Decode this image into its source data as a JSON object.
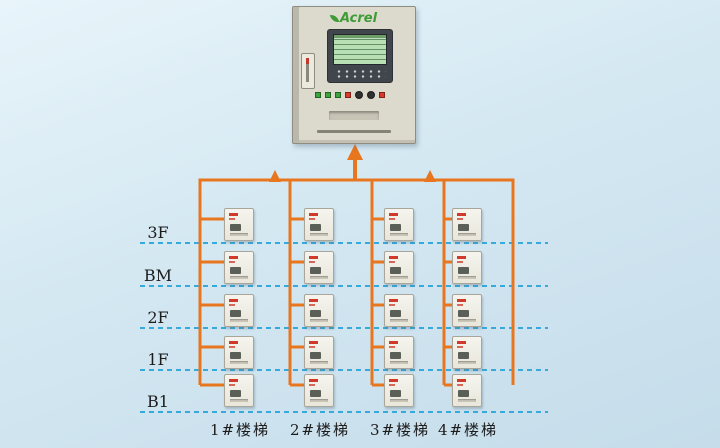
{
  "colors": {
    "background_top": "#e8f4fa",
    "background_bottom": "#c5dcea",
    "bus": "#e8761f",
    "floor_line": "#35aadb",
    "label_text": "#1c1c1c",
    "cabinet_body": "#dcd9cd",
    "device_body": "#e9e7db",
    "brand_green": "#3f9c35",
    "brand_red": "#cf3a2a",
    "lcd": "#b9e0b4"
  },
  "cabinet": {
    "brand": "Acrel",
    "leds": [
      "#3aa43c",
      "#3aa43c",
      "#3aa43c",
      "#d8392b",
      "#30302e",
      "#30302e",
      "#d8392b"
    ]
  },
  "icons": {
    "feed_direction": "up-arrow"
  },
  "floors": [
    "3F",
    "BM",
    "2F",
    "1F",
    "B1"
  ],
  "columns": [
    "1#楼梯",
    "2#楼梯",
    "3#楼梯",
    "4#楼梯"
  ],
  "grid": {
    "rows": 5,
    "cols": 4
  }
}
